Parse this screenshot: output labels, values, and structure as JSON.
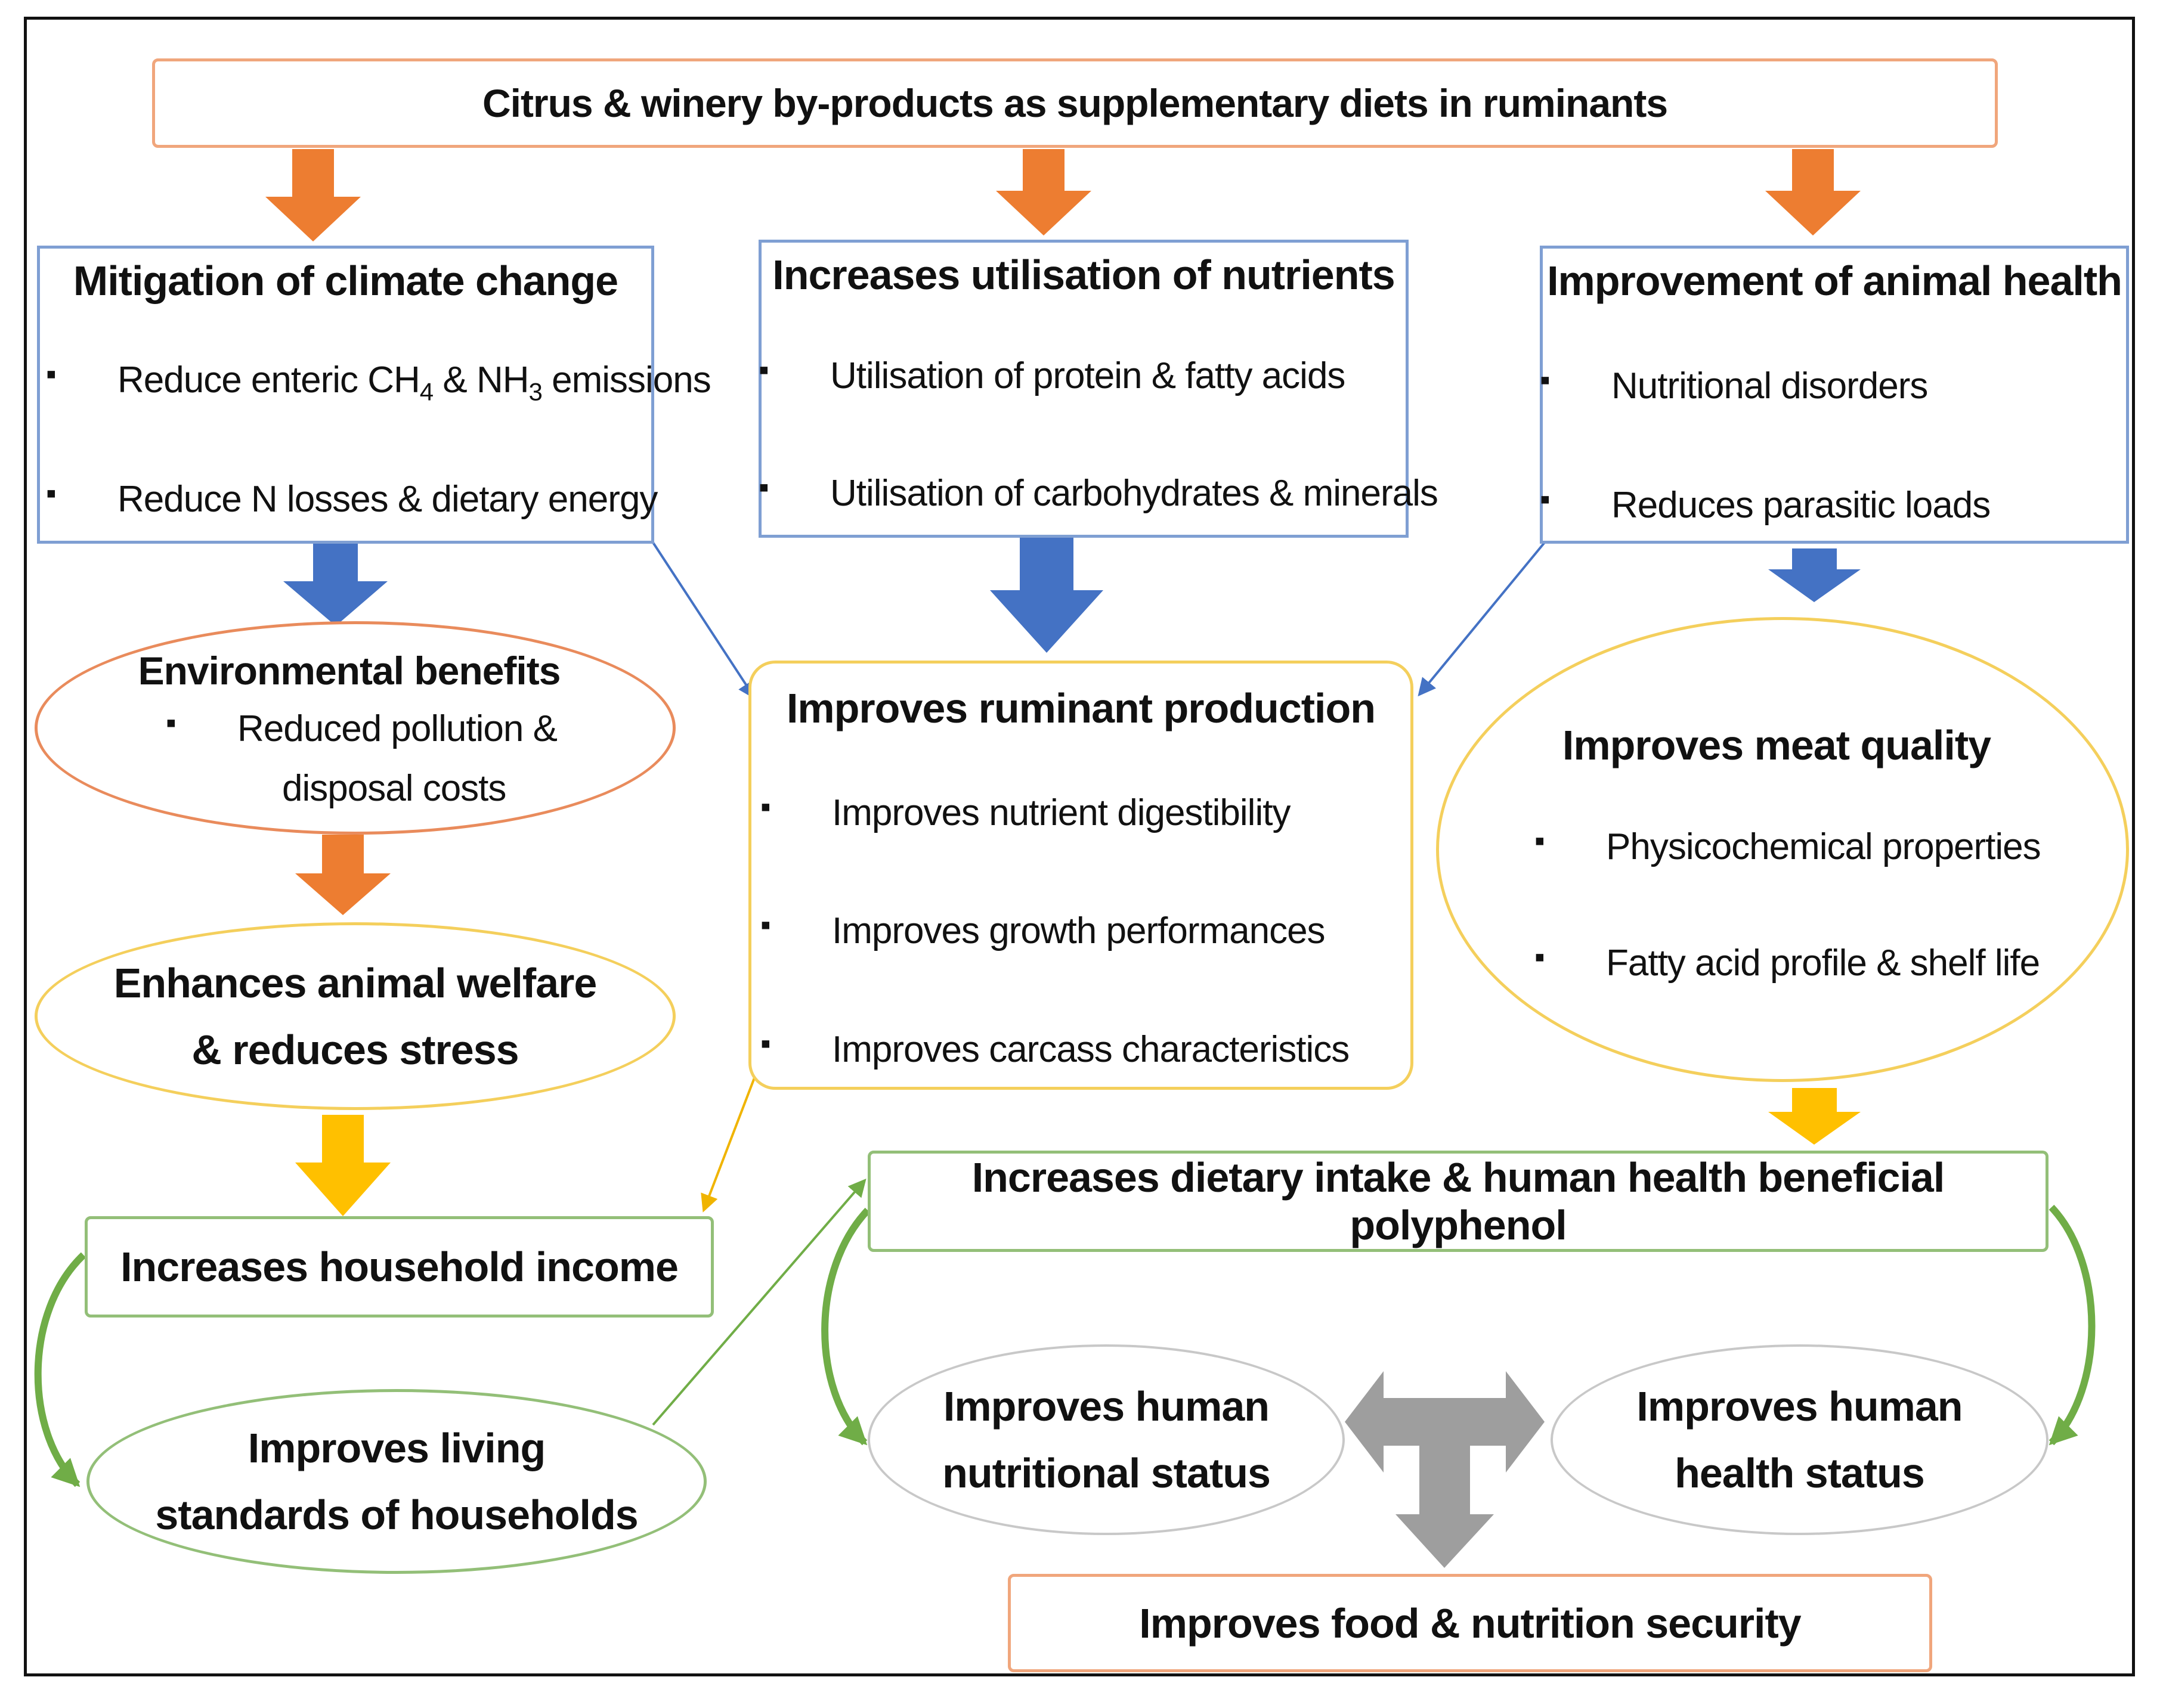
{
  "top": {
    "title": "Citrus & winery by-products as supplementary diets in ruminants"
  },
  "climate": {
    "title": "Mitigation of climate change",
    "items": [
      "Reduce enteric CH4 & NH3 emissions",
      "Reduce  N losses & dietary energy"
    ],
    "item1_parts": {
      "a": "Reduce enteric CH",
      "sub1": "4",
      "b": " & NH",
      "sub2": "3",
      "c": " emissions"
    }
  },
  "nutrients": {
    "title": "Increases utilisation of nutrients",
    "items": [
      "Utilisation of protein & fatty acids",
      "Utilisation of carbohydrates & minerals"
    ]
  },
  "health": {
    "title": "Improvement of animal health",
    "items": [
      "Nutritional disorders",
      "Reduces parasitic loads"
    ]
  },
  "environment": {
    "title": "Environmental benefits",
    "items": [
      "Reduced pollution &",
      "disposal costs"
    ]
  },
  "production": {
    "title": "Improves ruminant production",
    "items": [
      "Improves nutrient digestibility",
      "Improves growth performances",
      "Improves carcass characteristics"
    ]
  },
  "meat": {
    "title": "Improves meat quality",
    "items": [
      "Physicochemical properties",
      "Fatty acid profile & shelf life"
    ]
  },
  "welfare": {
    "line1": "Enhances animal welfare",
    "line2": "& reduces stress"
  },
  "income": {
    "title": "Increases household income"
  },
  "living": {
    "line1": "Improves living",
    "line2": "standards of households"
  },
  "dietary": {
    "title": "Increases dietary intake & human health beneficial polyphenol"
  },
  "human_nutrition": {
    "line1": "Improves human",
    "line2": "nutritional status"
  },
  "human_health": {
    "line1": "Improves human",
    "line2": "health status"
  },
  "food_security": {
    "title": "Improves food & nutrition security"
  },
  "colors": {
    "orange_arrow": "#ed7d31",
    "blue_arrow": "#4472c4",
    "yellow_arrow": "#ffc000",
    "gray_arrow": "#9e9e9e",
    "green_arrow": "#70ad47"
  }
}
